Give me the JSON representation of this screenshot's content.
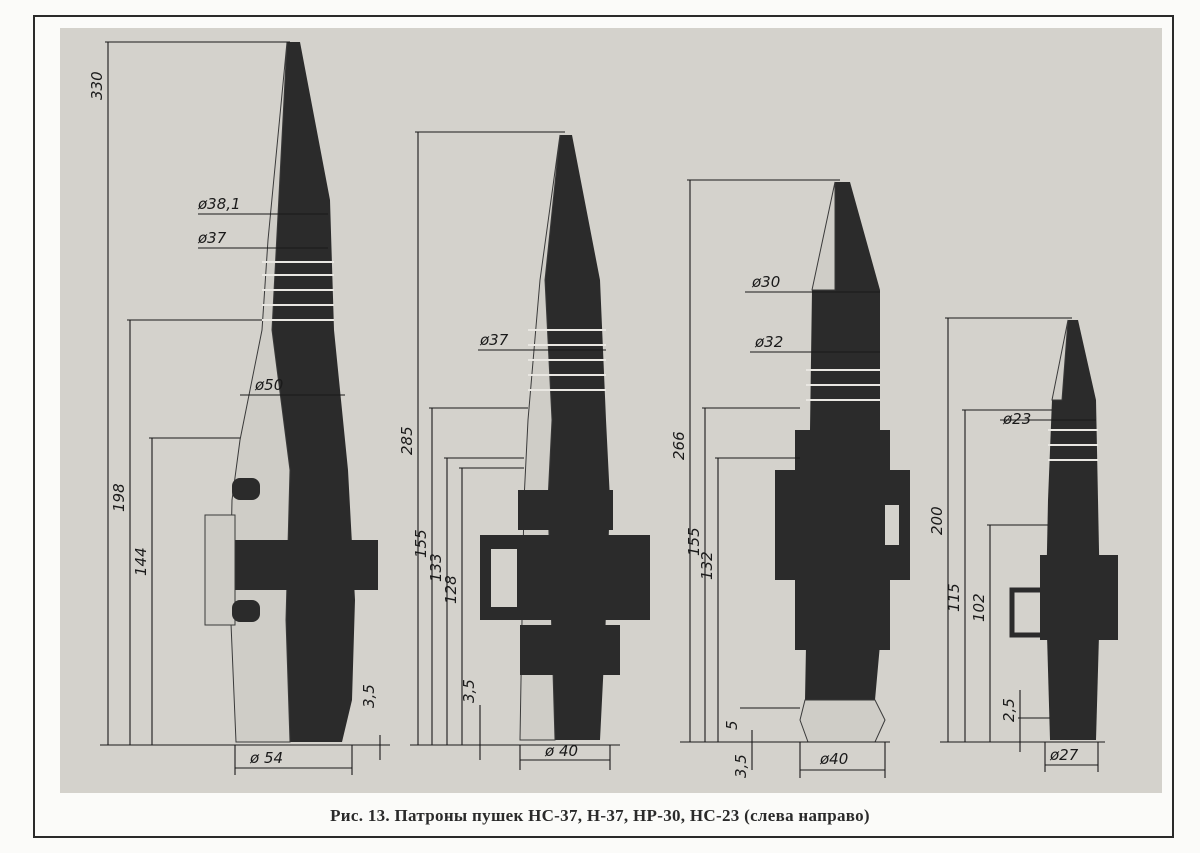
{
  "caption": "Рис. 13. Патроны пушек НС-37, Н-37, НР-30, НС-23 (слева направо)",
  "colors": {
    "plate": "#d4d2cc",
    "ink": "#2b2b2b",
    "frame": "#2a2a2a"
  },
  "cartridges": [
    {
      "diameters": [
        "ø38,1",
        "ø37",
        "ø50",
        "ø 54"
      ],
      "lengths": [
        "330",
        "198",
        "144",
        "3,5"
      ]
    },
    {
      "diameters": [
        "ø37",
        "ø 40"
      ],
      "lengths": [
        "285",
        "155",
        "133",
        "128",
        "3,5"
      ]
    },
    {
      "diameters": [
        "ø30",
        "ø32",
        "ø40"
      ],
      "lengths": [
        "266",
        "155",
        "132",
        "5",
        "3,5"
      ]
    },
    {
      "diameters": [
        "ø23",
        "ø27"
      ],
      "lengths": [
        "200",
        "115",
        "102",
        "2,5"
      ]
    }
  ]
}
